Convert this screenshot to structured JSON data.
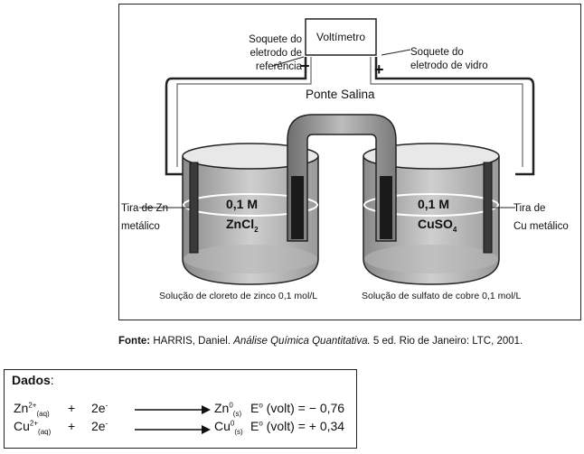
{
  "figure": {
    "voltmeter": "Voltímetro",
    "ref_socket": [
      "Soquete do",
      "eletrodo de",
      "referência"
    ],
    "glass_socket": [
      "Soquete do",
      "eletrodo de vidro"
    ],
    "minus_sign": "−",
    "plus_sign": "+",
    "salt_bridge": "Ponte Salina",
    "left_strip": [
      "Tira de Zn",
      "metálico"
    ],
    "right_strip": [
      "Tira de",
      "Cu metálico"
    ],
    "left_conc": "0,1 M",
    "left_formula": "ZnCl",
    "left_formula_sub": "2",
    "right_conc": "0,1 M",
    "right_formula": "CuSO",
    "right_formula_sub": "4",
    "left_solution": "Solução de cloreto de zinco 0,1 mol/L",
    "right_solution": "Solução de sulfato de cobre 0,1 mol/L"
  },
  "source": {
    "label": "Fonte:",
    "author": "HARRIS, Daniel.",
    "title": "Análise Química Quantitativa.",
    "rest": "5 ed. Rio de Janeiro: LTC, 2001."
  },
  "dados": {
    "title": "Dados",
    "colon": ":",
    "rows": [
      {
        "ion": "Zn",
        "charge": "2+",
        "state": "(aq)",
        "plus": "+",
        "electrons": "2e",
        "e_sup": "-",
        "product": "Zn",
        "p_sup": "0",
        "p_state": "(s)",
        "potential_label": "E",
        "potential_sup": "o",
        "potential_unit": " (volt) =",
        "value": "− 0,76"
      },
      {
        "ion": "Cu",
        "charge": "2+",
        "state": "(aq)",
        "plus": "+",
        "electrons": "2e",
        "e_sup": "-",
        "product": "Cu",
        "p_sup": "0",
        "p_state": "(s)",
        "potential_label": "E",
        "potential_sup": "o",
        "potential_unit": " (volt) =",
        "value": "+ 0,34"
      }
    ]
  }
}
